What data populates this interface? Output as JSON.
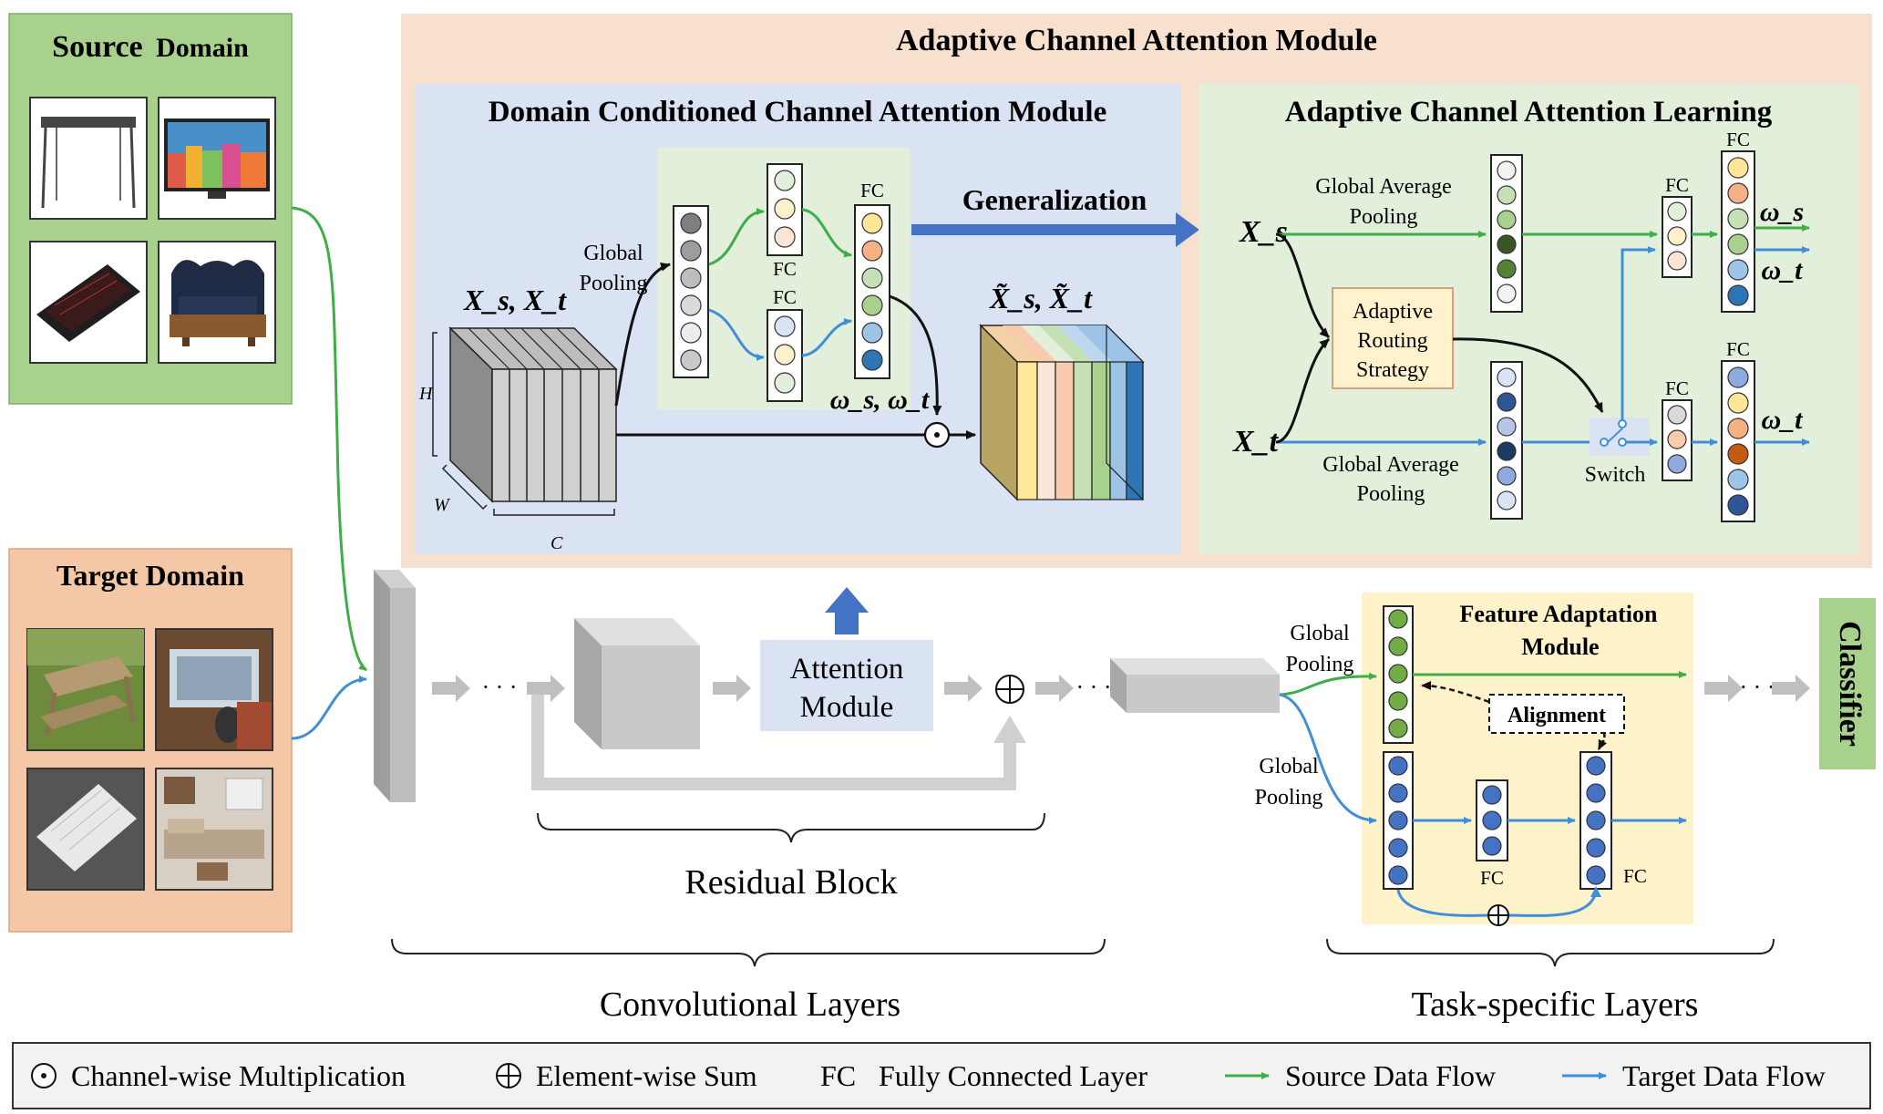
{
  "source_domain": {
    "title_bold": "Source",
    "title_rest": "Domain",
    "images": [
      "table",
      "television",
      "keyboard",
      "armchair"
    ]
  },
  "target_domain": {
    "title": "Target Domain",
    "images": [
      "picnic-table",
      "television",
      "keyboard",
      "living-room"
    ]
  },
  "acam": {
    "title": "Adaptive Channel Attention Module"
  },
  "dccam": {
    "title": "Domain Conditioned Channel Attention Module",
    "global_pooling_1": "Global",
    "global_pooling_2": "Pooling",
    "fc": "FC",
    "input_label": "X_s, X_t",
    "output_label": "X̃_s, X̃_t",
    "weights_label": "ω_s, ω_t",
    "dim_h": "H",
    "dim_w": "W",
    "dim_c": "C"
  },
  "generalization": "Generalization",
  "acal": {
    "title": "Adaptive Channel Attention Learning",
    "xs": "X_s",
    "xt": "X_t",
    "gap_top_1": "Global Average",
    "gap_top_2": "Pooling",
    "gap_bottom_1": "Global Average",
    "gap_bottom_2": "Pooling",
    "routing_1": "Adaptive",
    "routing_2": "Routing",
    "routing_3": "Strategy",
    "switch": "Switch",
    "fc": "FC",
    "omega_s": "ω_s",
    "omega_t": "ω_t"
  },
  "backbone": {
    "ellipsis": "· · ·",
    "attention_1": "Attention",
    "attention_2": "Module",
    "residual_block": "Residual Block",
    "convolutional_layers": "Convolutional Layers",
    "task_specific_layers": "Task-specific Layers"
  },
  "fam": {
    "title_1": "Feature Adaptation",
    "title_2": "Module",
    "alignment": "Alignment",
    "global_1": "Global",
    "pooling_1": "Pooling",
    "global_2": "Global",
    "pooling_2": "Pooling",
    "fc": "FC"
  },
  "classifier": "Classifier",
  "legend": {
    "channel_mult": "Channel-wise Multiplication",
    "element_sum": "Element-wise Sum",
    "fc_abbr": "FC",
    "fc_full": "Fully Connected Layer",
    "source_flow": "Source Data Flow",
    "target_flow": "Target Data Flow"
  },
  "colors": {
    "source_flow": "#3fae49",
    "target_flow": "#3f8fd8",
    "source_panel": "#a9d18e",
    "target_panel": "#f4c7a6",
    "acam_panel": "#f8e0cf",
    "dccam_panel": "#dae3f3",
    "acal_panel": "#e2efda",
    "fam_panel": "#fef2cb",
    "generalization_arrow": "#4472c4"
  }
}
